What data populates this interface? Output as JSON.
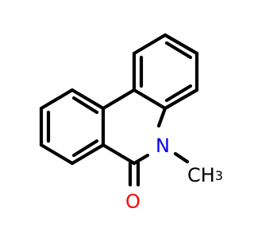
{
  "molecule": {
    "atoms": {
      "nitrogen": {
        "symbol": "N",
        "color": "#0000ff"
      },
      "oxygen": {
        "symbol": "O",
        "color": "#ff0000"
      },
      "methyl": {
        "symbol": "CH",
        "subscript": "3",
        "color": "#000000"
      }
    },
    "colors": {
      "carbon_bond": "#000000",
      "nitrogen": "#0000ff",
      "oxygen": "#ff0000",
      "background": "#ffffff"
    }
  }
}
